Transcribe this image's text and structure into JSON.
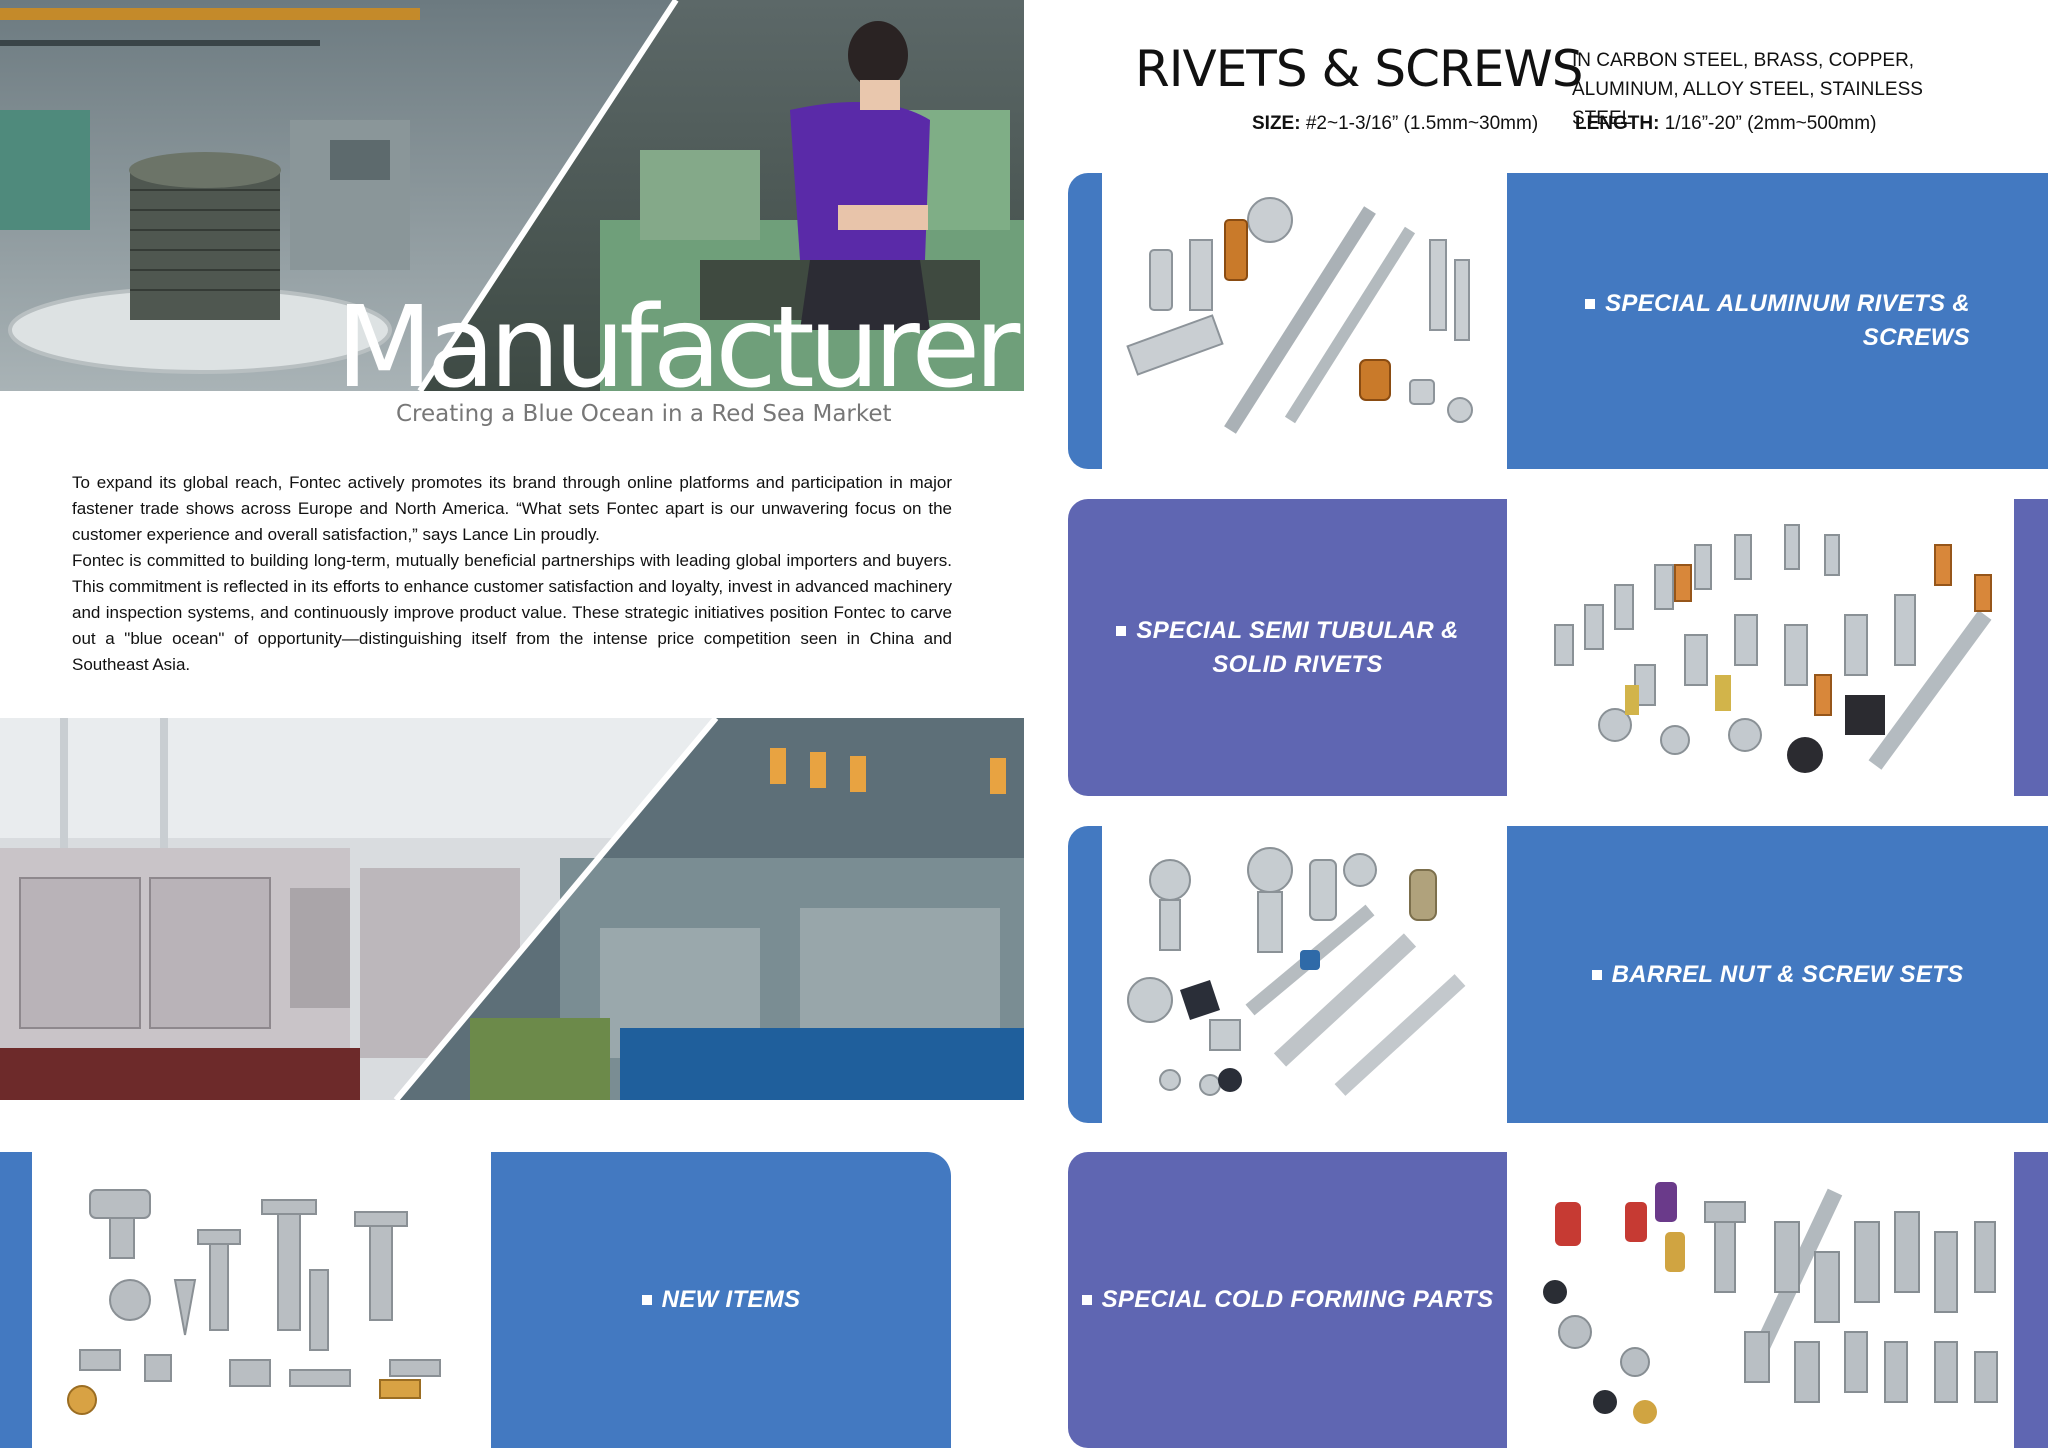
{
  "left": {
    "headline": "Manufacturer",
    "tagline": "Creating a Blue Ocean in a Red Sea Market",
    "paragraphs": [
      "To expand its global reach, Fontec actively promotes its brand through online platforms and participation in major fastener trade shows across Europe and North America. “What sets Fontec apart is our unwavering focus on the customer experience and overall satisfaction,” says Lance Lin proudly.",
      "Fontec is committed to building long-term, mutually beneficial partnerships with leading global importers and buyers. This commitment is reflected in its efforts to enhance customer satisfaction and loyalty, invest in advanced machinery and inspection systems, and continuously improve product value. These strategic initiatives position Fontec to carve out a \"blue ocean\" of opportunity—distinguishing itself from the intense price competition seen in China and Southeast Asia."
    ],
    "new_items_label": "NEW ITEMS"
  },
  "right": {
    "title": "RIVETS & SCREWS",
    "materials_line1": "IN CARBON STEEL, BRASS, COPPER,",
    "materials_line2": "ALUMINUM, ALLOY STEEL, STAINLESS STEEL",
    "size_label": "SIZE:",
    "size_value": "#2~1-3/16” (1.5mm~30mm)",
    "length_label": "LENGTH:",
    "length_value": "1/16”-20” (2mm~500mm)",
    "categories": [
      {
        "line1": "SPECIAL ALUMINUM RIVETS &",
        "line2": "SCREWS"
      },
      {
        "line1": "SPECIAL SEMI TUBULAR  &",
        "line2": "SOLID RIVETS"
      },
      {
        "line1": "BARREL NUT & SCREW SETS",
        "line2": ""
      },
      {
        "line1": "SPECIAL COLD FORMING PARTS",
        "line2": ""
      }
    ]
  },
  "colors": {
    "blue_panel": "#4379c1",
    "purple_panel": "#5f66b2"
  }
}
